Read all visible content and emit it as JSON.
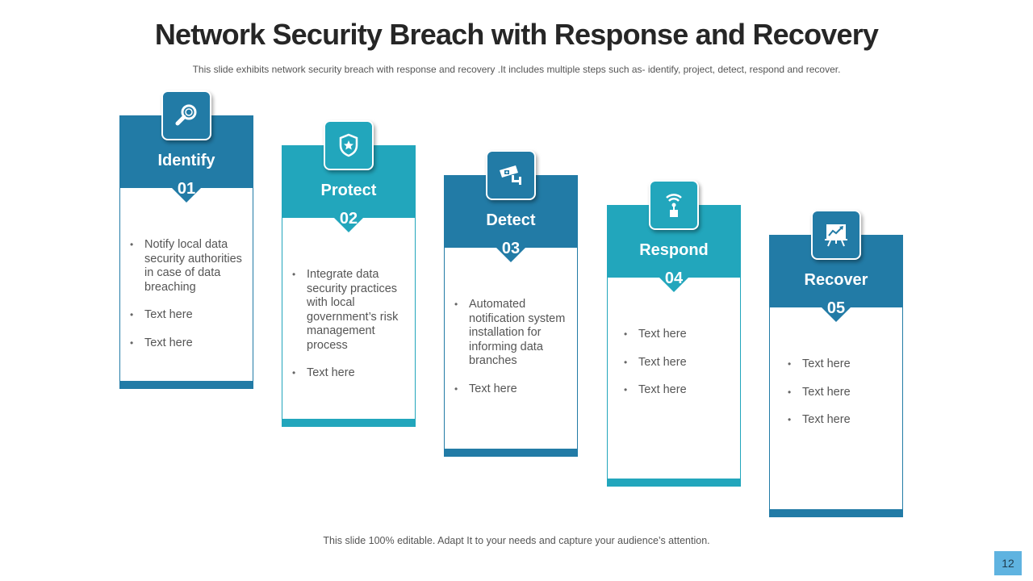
{
  "slide": {
    "title": "Network Security Breach with Response and Recovery",
    "subtitle": "This slide exhibits network  security breach with response and recovery  .It includes multiple steps such as- identify, project, detect, respond and recover.",
    "footer": "This slide 100% editable. Adapt  It to your needs and capture your audience’s attention.",
    "page_number": "12"
  },
  "colors": {
    "dark_blue": "#227ba6",
    "teal": "#22a6bc",
    "page_badge": "#5fb3e0"
  },
  "steps": [
    {
      "label": "Identify",
      "number": "01",
      "icon": "magnifier-icon",
      "bullets": [
        "Notify local data security authorities in case of data breaching",
        "Text here",
        "Text here"
      ]
    },
    {
      "label": "Protect",
      "number": "02",
      "icon": "shield-star-icon",
      "bullets": [
        "Integrate  data security practices with local government’s risk management process",
        "Text here"
      ]
    },
    {
      "label": "Detect",
      "number": "03",
      "icon": "security-camera-icon",
      "bullets": [
        "Automated notification system installation for informing data branches",
        "Text here"
      ]
    },
    {
      "label": "Respond",
      "number": "04",
      "icon": "wireless-signal-icon",
      "bullets": [
        "Text here",
        "Text here",
        "Text here"
      ]
    },
    {
      "label": "Recover",
      "number": "05",
      "icon": "growth-chart-board-icon",
      "bullets": [
        "Text here",
        "Text here",
        "Text here"
      ]
    }
  ]
}
